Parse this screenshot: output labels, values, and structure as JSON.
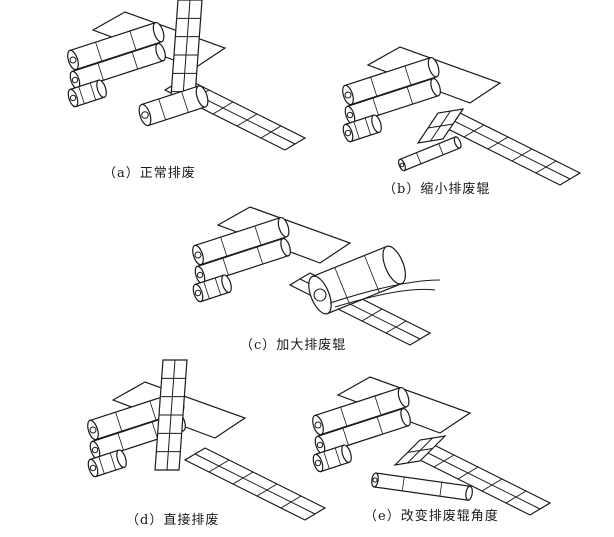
{
  "panels": [
    {
      "id": "a",
      "caption": "（a）正常排废",
      "variant": "normal"
    },
    {
      "id": "b",
      "caption": "（b）缩小排废辊",
      "variant": "small-roller"
    },
    {
      "id": "c",
      "caption": "（c）加大排废辊",
      "variant": "large-roller"
    },
    {
      "id": "d",
      "caption": "（d）直接排废",
      "variant": "direct"
    },
    {
      "id": "e",
      "caption": "（e）改变排废辊角度",
      "variant": "angled-roller"
    }
  ],
  "colors": {
    "line": "#1a1a1a",
    "fill": "#ffffff"
  }
}
